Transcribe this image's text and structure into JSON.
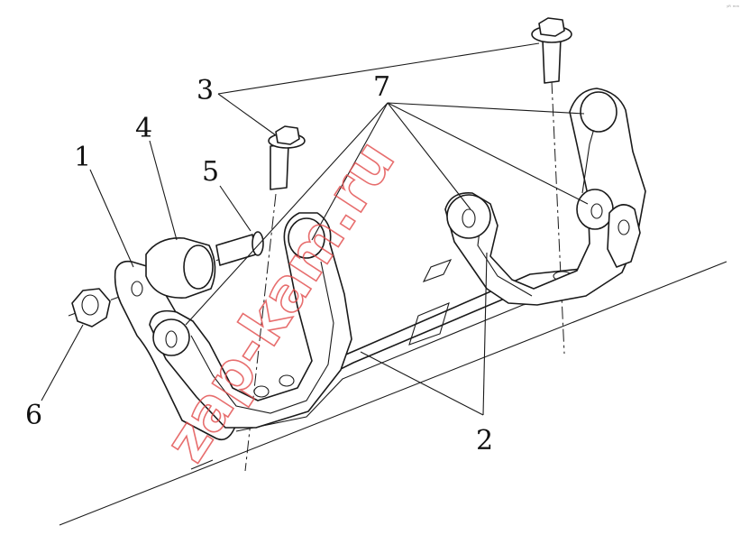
{
  "diagram": {
    "callouts": {
      "c1": "1",
      "c2": "2",
      "c3": "3",
      "c4": "4",
      "c5": "5",
      "c6": "6",
      "c7": "7"
    },
    "watermark": "zap-kam.ru",
    "corner_mark": "ʸᴿ ᵐᵐ"
  },
  "colors": {
    "line": "#1a1a1a",
    "watermark": "#e24a4a",
    "background": "#ffffff"
  }
}
